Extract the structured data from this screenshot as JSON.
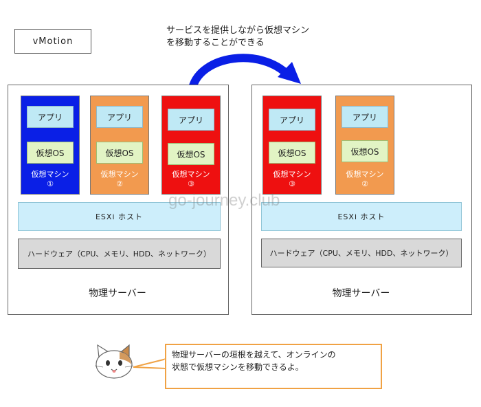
{
  "title": "vMotion",
  "caption": "サービスを提供しながら仮想マシン\nを移動することができる",
  "watermark": "go-journey.club",
  "colors": {
    "vm_blue": "#0a1fe6",
    "vm_orange": "#f29a4f",
    "vm_red": "#ee1010",
    "arrow": "#0a1fe6",
    "bubble_border": "#f0a244"
  },
  "left_server": {
    "vms": [
      {
        "app": "アプリ",
        "os": "仮想OS",
        "label": "仮想マシン",
        "number": "①",
        "color": "blue"
      },
      {
        "app": "アプリ",
        "os": "仮想OS",
        "label": "仮想マシン",
        "number": "②",
        "color": "orange"
      },
      {
        "app": "アプリ",
        "os": "仮想OS",
        "label": "仮想マシン",
        "number": "③",
        "color": "red"
      }
    ],
    "esxi": "ESXi ホスト",
    "hardware": "ハードウェア（CPU、メモリ、HDD、ネットワーク）",
    "label": "物理サーバー"
  },
  "right_server": {
    "vms": [
      {
        "app": "アプリ",
        "os": "仮想OS",
        "label": "仮想マシン",
        "number": "③",
        "color": "red"
      },
      {
        "app": "アプリ",
        "os": "仮想OS",
        "label": "仮想マシン",
        "number": "②",
        "color": "orange"
      }
    ],
    "esxi": "ESXi ホスト",
    "hardware": "ハードウェア（CPU、メモリ、HDD、ネットワーク）",
    "label": "物理サーバー"
  },
  "bubble": "物理サーバーの垣根を越えて、オンラインの\n状態で仮想マシンを移動できるよ。",
  "cat_icon": "cat-face-icon"
}
